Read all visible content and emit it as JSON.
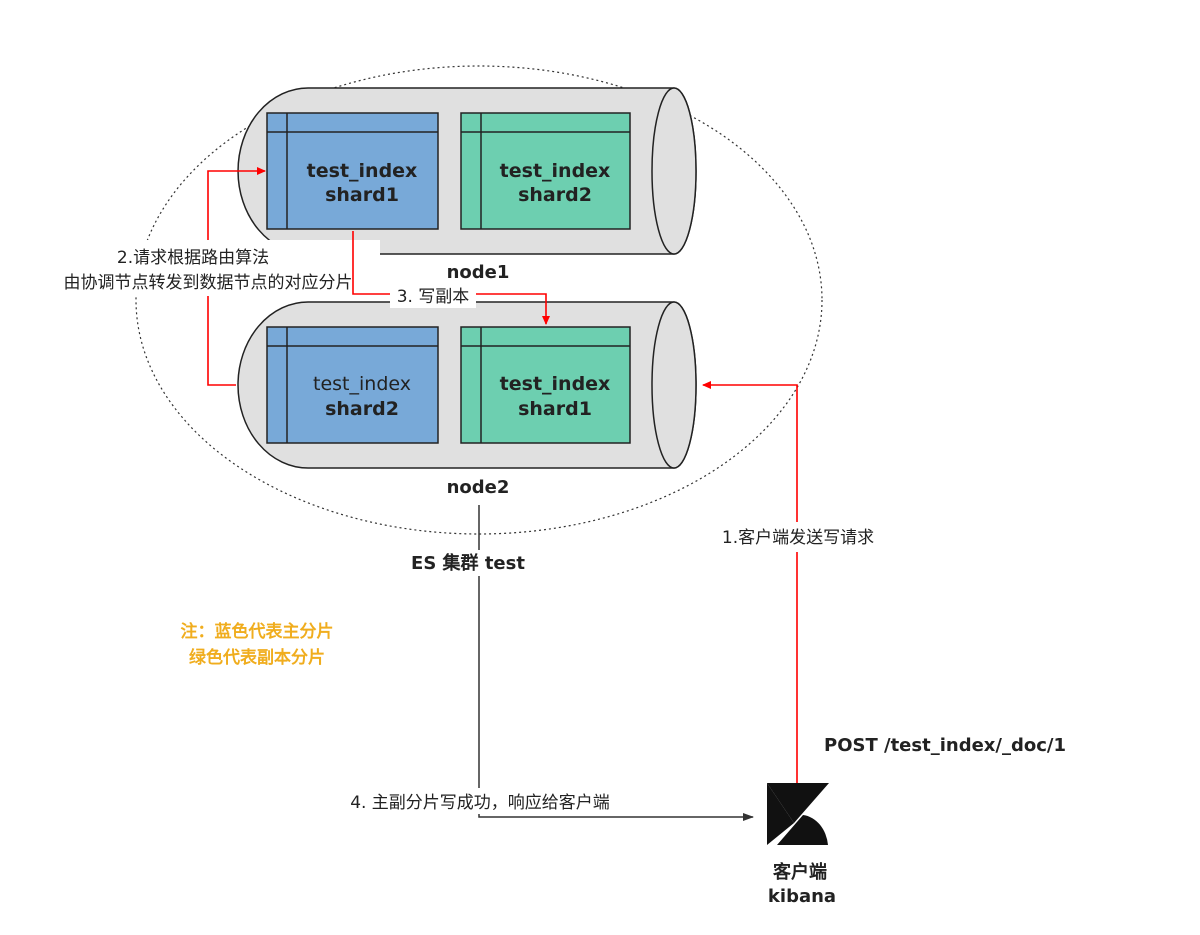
{
  "colors": {
    "primary_shard": "#78a9d8",
    "replica_shard": "#6dcfb0",
    "arrow": "#ff0000",
    "note": "#f0ad1e",
    "node_fill": "#e0e0e0"
  },
  "cluster": {
    "label": "ES 集群 test"
  },
  "nodes": [
    {
      "label": "node1",
      "shards": [
        {
          "index": "test_index",
          "shard": "shard1",
          "type": "primary",
          "index_bold": true
        },
        {
          "index": "test_index",
          "shard": "shard2",
          "type": "replica",
          "index_bold": true
        }
      ]
    },
    {
      "label": "node2",
      "shards": [
        {
          "index": "test_index",
          "shard": "shard2",
          "type": "primary",
          "index_bold": false
        },
        {
          "index": "test_index",
          "shard": "shard1",
          "type": "replica",
          "index_bold": true
        }
      ]
    }
  ],
  "steps": {
    "step1": "1.客户端发送写请求",
    "step2_line1": "2.请求根据路由算法",
    "step2_line2": "由协调节点转发到数据节点的对应分片",
    "step3": "3. 写副本",
    "step4": "4. 主副分片写成功，响应给客户端"
  },
  "note": {
    "line1": "注：蓝色代表主分片",
    "line2": "绿色代表副本分片"
  },
  "request": {
    "text": "POST /test_index/_doc/1"
  },
  "client": {
    "icon": "kibana-logo",
    "line1": "客户端",
    "line2": "kibana"
  }
}
